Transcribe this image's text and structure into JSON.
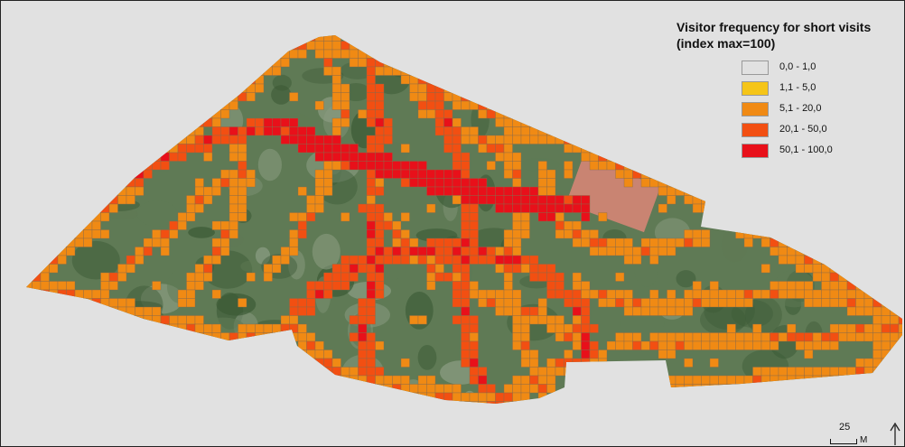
{
  "map": {
    "kind": "grid heat map over aerial photo",
    "colors": {
      "background": "#e1e1e1",
      "aerial_dark": "#3c5a36",
      "aerial_mid": "#5f7a55",
      "aerial_light": "#8b9c82",
      "court": "#c98472",
      "grid_line": "#8a6a4a"
    }
  },
  "legend": {
    "title_line1": "Visitor frequency for short visits",
    "title_line2": "(index max=100)",
    "classes": [
      {
        "label": "0,0 - 1,0",
        "color": "#e1e1e1"
      },
      {
        "label": "1,1 - 5,0",
        "color": "#f5c518"
      },
      {
        "label": "5,1 - 20,0",
        "color": "#f08a14"
      },
      {
        "label": "20,1 - 50,0",
        "color": "#f24f12"
      },
      {
        "label": "50,1 - 100,0",
        "color": "#e8101a"
      }
    ]
  },
  "scale_bar": {
    "value": "25",
    "unit": "M"
  },
  "north_arrow": {
    "icon": "north-arrow-icon"
  }
}
